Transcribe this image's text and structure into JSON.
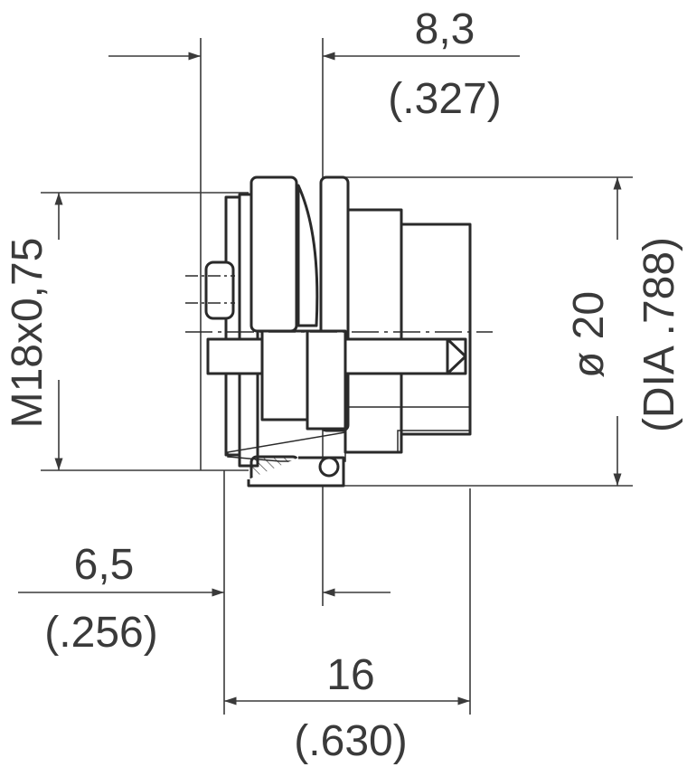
{
  "dimensions": {
    "top_offset": {
      "metric": "8,3",
      "imperial": "(.327)"
    },
    "thread": {
      "label": "M18x0,75"
    },
    "diameter": {
      "metric": "ø 20",
      "imperial": "(DIA .788)"
    },
    "flange_offset": {
      "metric": "6,5",
      "imperial": "(.256)"
    },
    "length": {
      "metric": "16",
      "imperial": "(.630)"
    }
  },
  "colors": {
    "line": "#3a3a3a",
    "background": "#ffffff"
  }
}
